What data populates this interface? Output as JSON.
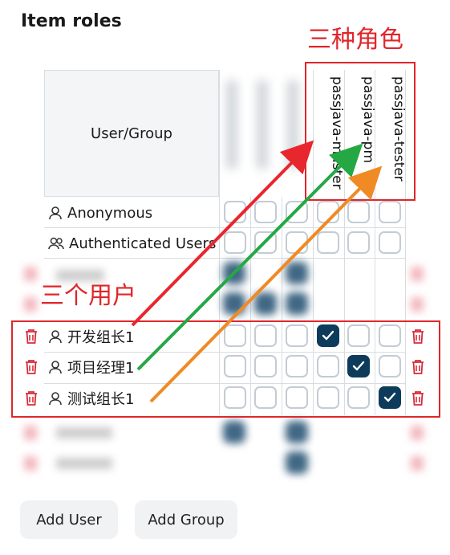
{
  "title": "Item roles",
  "header": {
    "user_group": "User/Group"
  },
  "roles": [
    "passjava-master",
    "passjava-pm",
    "passjava-tester"
  ],
  "rows_top": [
    {
      "label": "Anonymous",
      "icon": "user-icon"
    },
    {
      "label": "Authenticated Users",
      "icon": "users-icon"
    }
  ],
  "rows_highlight": [
    {
      "label": "开发组长1",
      "checked_role": "passjava-master"
    },
    {
      "label": "项目经理1",
      "checked_role": "passjava-pm"
    },
    {
      "label": "测试组长1",
      "checked_role": "passjava-tester"
    }
  ],
  "annotations": {
    "roles_note": "三种角色",
    "users_note": "三个用户"
  },
  "buttons": {
    "add_user": "Add User",
    "add_group": "Add Group"
  },
  "colors": {
    "checked": "#0d3b5c",
    "annotation_red": "#e0262a",
    "arrow_red": "#e8262d",
    "arrow_green": "#25a844",
    "arrow_orange": "#f08a24",
    "trash": "#d62b3a"
  }
}
